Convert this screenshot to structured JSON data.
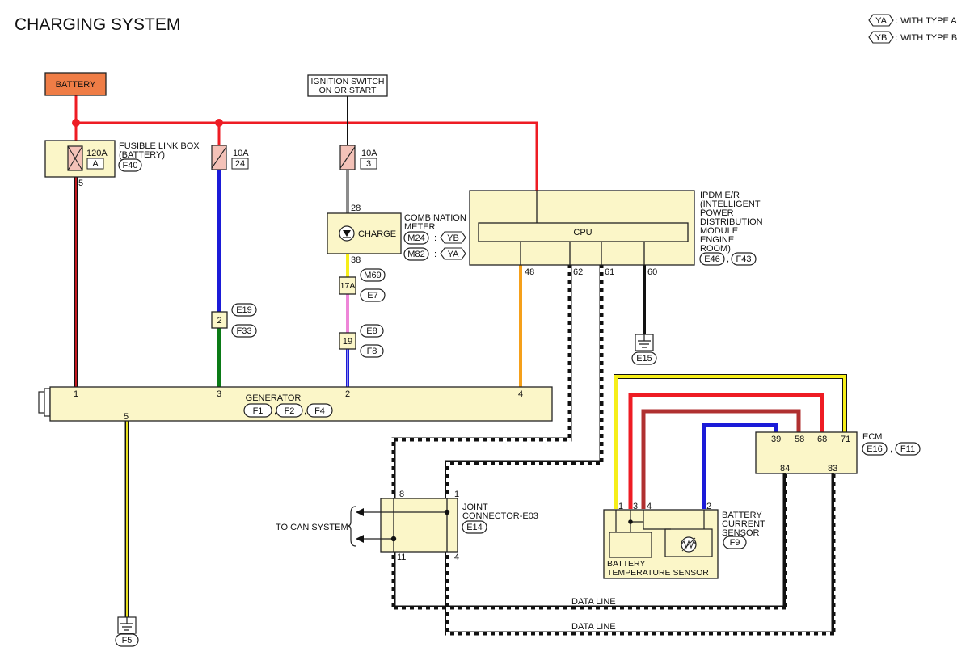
{
  "title": "CHARGING SYSTEM",
  "legend": [
    {
      "code": "YA",
      "text": ": WITH TYPE A"
    },
    {
      "code": "YB",
      "text": ": WITH TYPE B"
    }
  ],
  "battery": "BATTERY",
  "ignition": {
    "line1": "IGNITION SWITCH",
    "line2": "ON OR START"
  },
  "fusible_link": {
    "line1": "FUSIBLE LINK BOX",
    "line2": "(BATTERY)",
    "rating": "120A",
    "id": "A",
    "connector": "F40",
    "pin": "5"
  },
  "fuse_24": {
    "rating": "10A",
    "id": "24"
  },
  "fuse_3": {
    "rating": "10A",
    "id": "3"
  },
  "combination_meter": {
    "line1": "COMBINATION",
    "line2": "METER",
    "lamp": "CHARGE",
    "pin_in": "28",
    "pin_out": "38",
    "c1": "M24",
    "c1_type": "YB",
    "c2": "M82",
    "c2_type": "YA",
    "colon": ":"
  },
  "ipdm": {
    "lines": [
      "IPDM E/R",
      "(INTELLIGENT",
      "POWER",
      "DISTRIBUTION",
      "MODULE",
      "ENGINE",
      "ROOM)"
    ],
    "cpu": "CPU",
    "pins": [
      "48",
      "62",
      "61",
      "60"
    ],
    "c1": "E46",
    "c2": "F43",
    "comma": ","
  },
  "ground_e15": "E15",
  "ground_f5": "F5",
  "connector_e19": {
    "pin": "2",
    "top": "E19",
    "bottom": "F33"
  },
  "connector_m69": {
    "pin": "17A",
    "top": "M69",
    "bottom": "E7"
  },
  "connector_e8": {
    "pin": "19",
    "top": "E8",
    "bottom": "F8"
  },
  "generator": {
    "label": "GENERATOR",
    "pins": [
      "1",
      "3",
      "2",
      "4",
      "5"
    ],
    "connectors": [
      "F1",
      "F2",
      "F4"
    ],
    "comma": ","
  },
  "joint_connector": {
    "line1": "JOINT",
    "line2": "CONNECTOR-E03",
    "connector": "E14",
    "pins": [
      "8",
      "1",
      "11",
      "4"
    ]
  },
  "to_can": "TO CAN SYSTEM",
  "ecm": {
    "label": "ECM",
    "pins_top": [
      "39",
      "58",
      "68",
      "71"
    ],
    "pins_bottom": [
      "84",
      "83"
    ],
    "c1": "E16",
    "c2": "F11",
    "comma": ","
  },
  "battery_sensor": {
    "line1": "BATTERY",
    "line2": "CURRENT",
    "line3": "SENSOR",
    "connector": "F9",
    "pins": [
      "1",
      "3",
      "4",
      "2"
    ],
    "temp_line1": "BATTERY",
    "temp_line2": "TEMPERATURE SENSOR"
  },
  "data_line": "DATA LINE",
  "colors": {
    "red": "#ee1c24",
    "blue": "#1b1bd8",
    "green": "#0a7a16",
    "gray": "#8c8c8c",
    "yellow": "#f6ee1a",
    "pink": "#ee86d8",
    "orange": "#f5a01a",
    "black": "#111111",
    "brown": "#b03030",
    "battery_fill": "#ef7d46",
    "box_fill": "#fbf6c8"
  }
}
